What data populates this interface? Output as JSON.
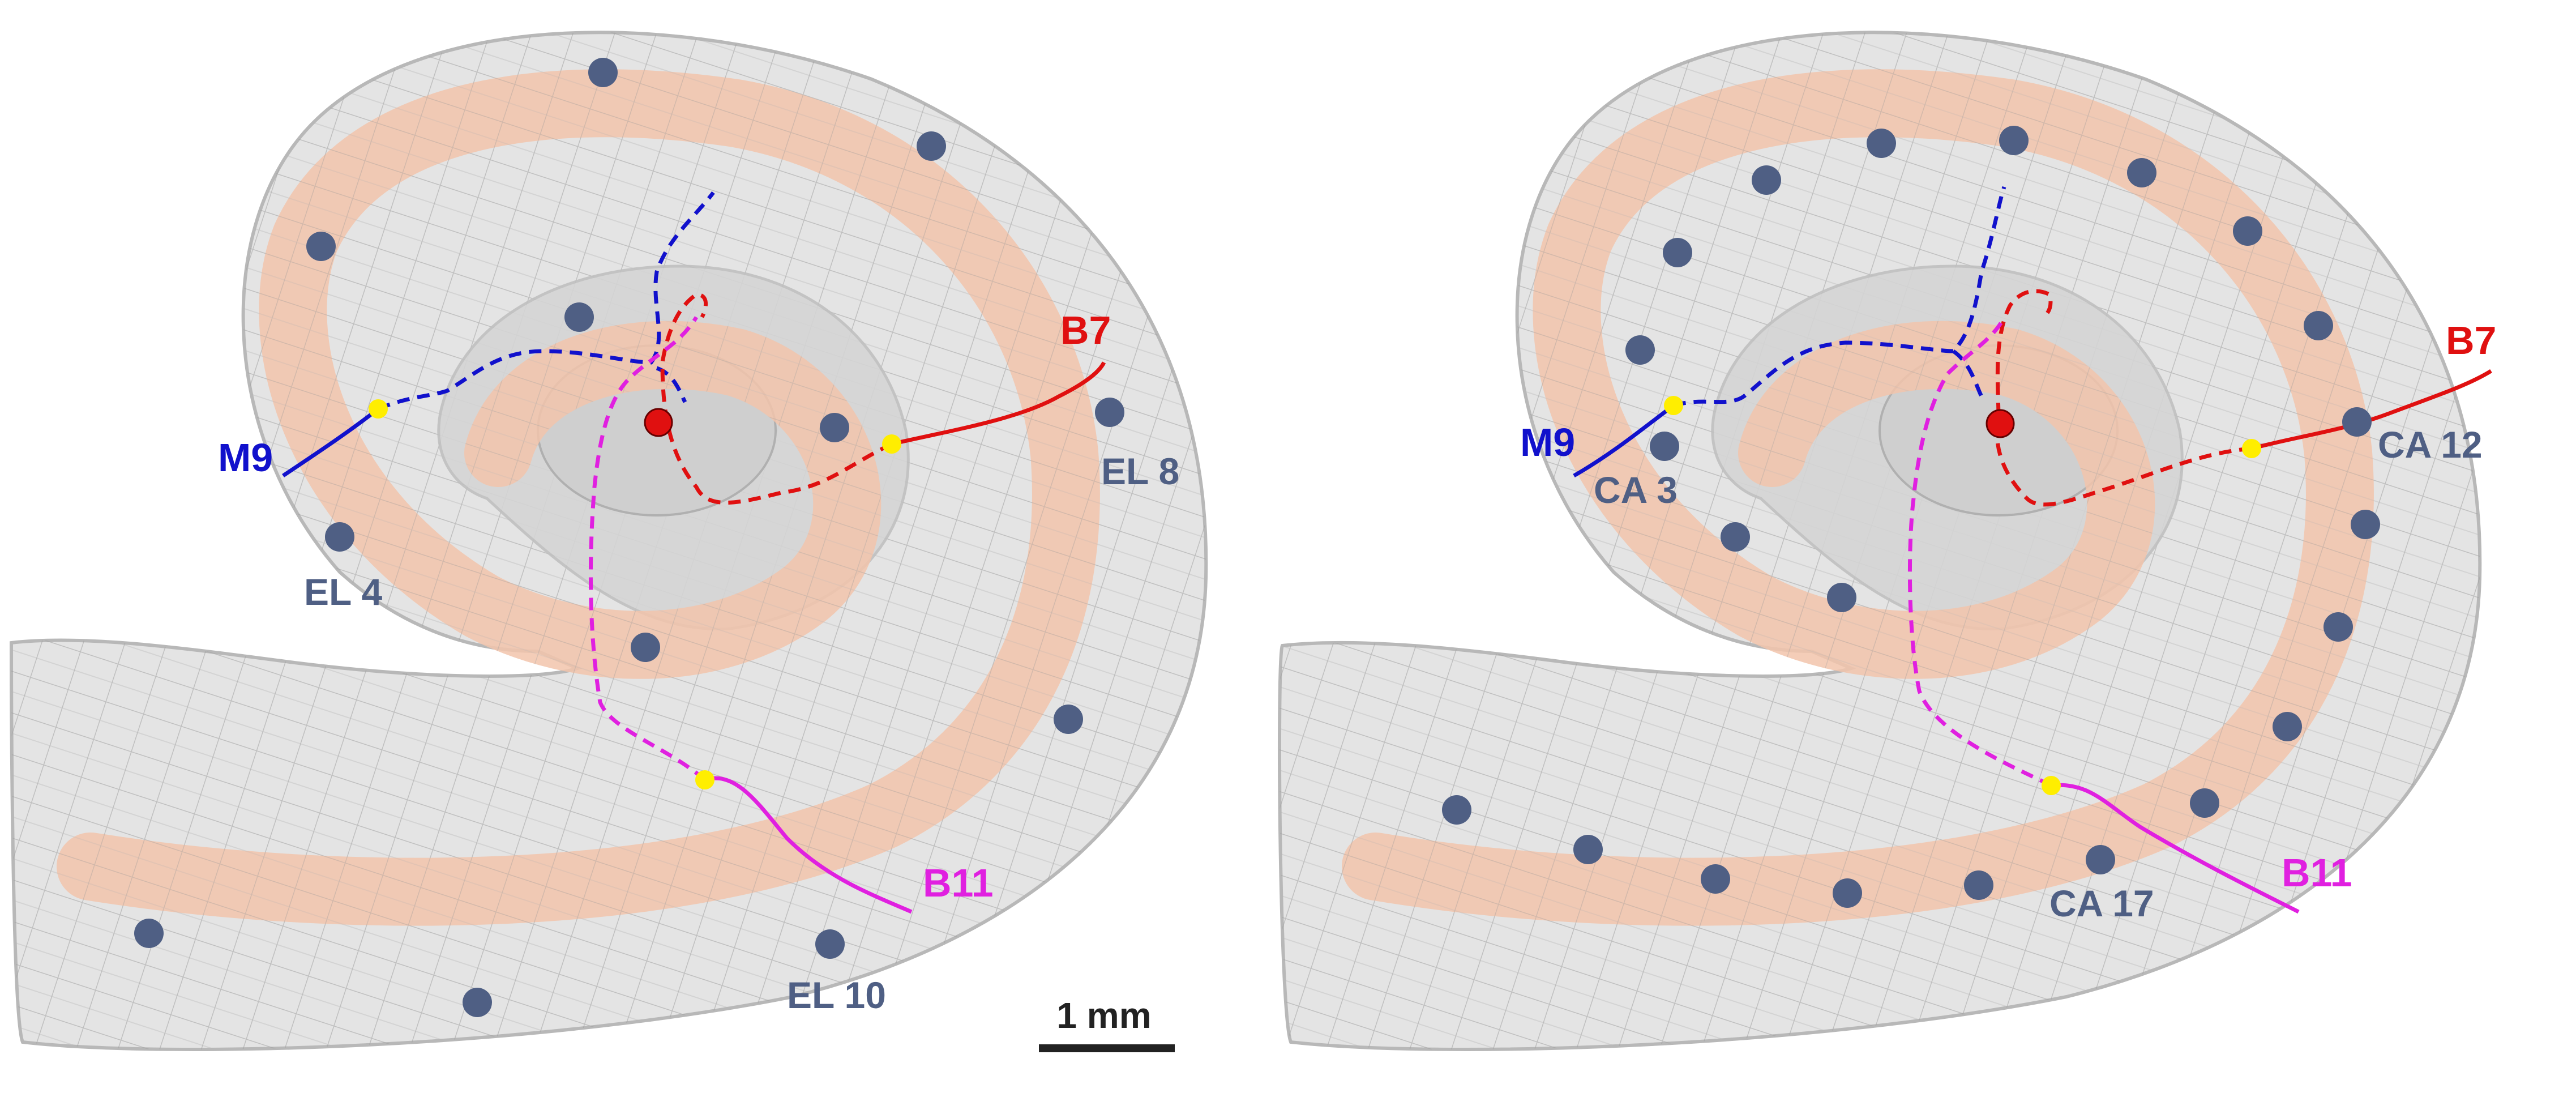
{
  "colors": {
    "electrode": "#4f5f84",
    "fiber_blue": "#1111cc",
    "fiber_red": "#e01010",
    "fiber_magenta": "#e020e0",
    "terminal": "#ffee00",
    "origin": "#e01010",
    "tissue": "#f2c6ae",
    "shell": "#e7e7e7",
    "mesh": "#9a9a9a"
  },
  "panels": [
    {
      "id": "left",
      "fiber_labels": {
        "blue": "M9",
        "red": "B7",
        "magenta": "B11"
      },
      "electrode_labels": [
        "EL 4",
        "EL 8",
        "EL 10"
      ]
    },
    {
      "id": "right",
      "fiber_labels": {
        "blue": "M9",
        "red": "B7",
        "magenta": "B11"
      },
      "electrode_labels": [
        "CA 3",
        "CA 12",
        "CA 17"
      ]
    }
  ],
  "scale_bar": {
    "label": "1 mm"
  }
}
